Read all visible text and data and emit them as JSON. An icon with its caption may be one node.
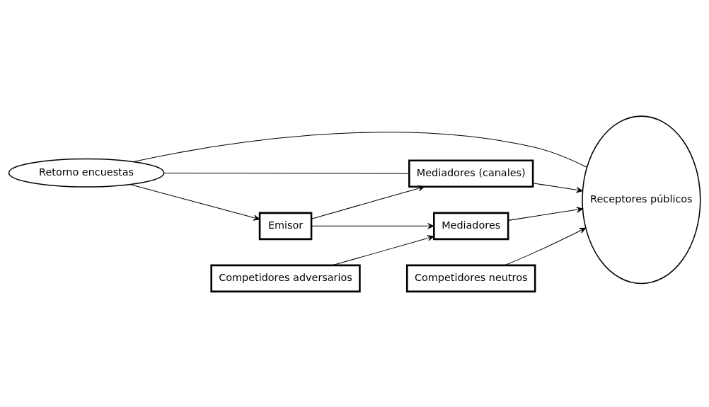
{
  "diagram": {
    "nodes": [
      {
        "text": [
          "Retorno encuestas"
        ]
      },
      {
        "text": [
          "Receptores públicos"
        ]
      },
      {
        "text": [
          "Mediadores (canales)"
        ]
      },
      {
        "text": [
          "Emisor"
        ]
      },
      {
        "text": [
          "Mediadores"
        ]
      },
      {
        "text": [
          "Competidores adversarios"
        ]
      },
      {
        "text": [
          "Competidores neutros"
        ]
      }
    ],
    "edges": [
      {
        "from": 0,
        "to": 1,
        "arrow": "none"
      },
      {
        "from": 0,
        "to": 3,
        "arrow": "to"
      },
      {
        "from": 0,
        "to": 2,
        "arrow": "none"
      },
      {
        "from": 3,
        "to": 2,
        "arrow": "to"
      },
      {
        "from": 3,
        "to": 4,
        "arrow": "to"
      },
      {
        "from": 2,
        "to": 1,
        "arrow": "to"
      },
      {
        "from": 4,
        "to": 1,
        "arrow": "to"
      },
      {
        "from": 5,
        "to": 4,
        "arrow": "to"
      },
      {
        "from": 6,
        "to": 1,
        "arrow": "to"
      }
    ]
  }
}
